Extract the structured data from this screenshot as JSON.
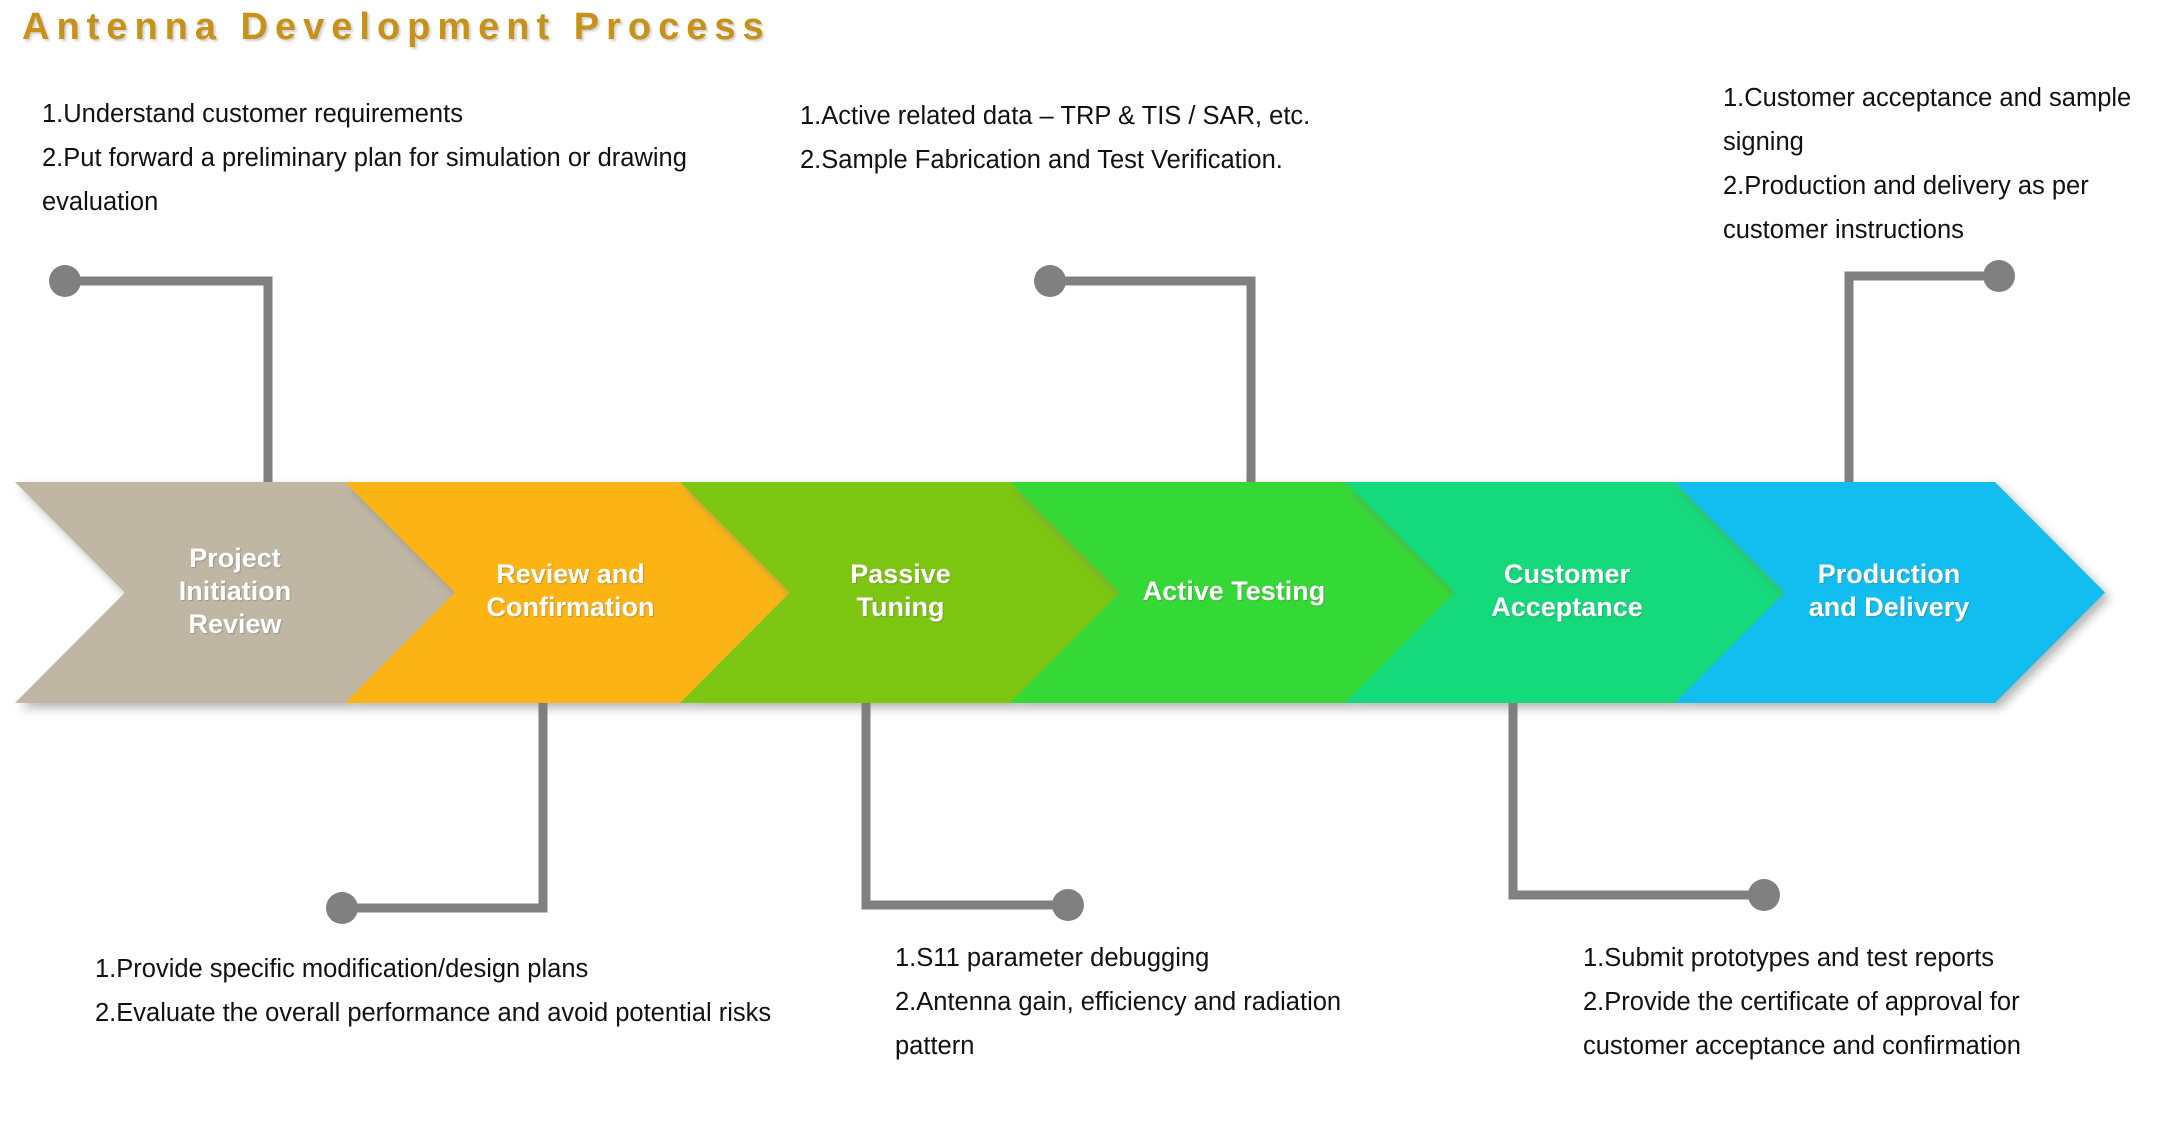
{
  "title": "Antenna Development Process",
  "title_color": "#C8921A",
  "background_color": "#FFFFFF",
  "connector_color": "#808080",
  "stages": [
    {
      "id": "project-initiation-review",
      "label": "Project\nInitiation\nReview",
      "color": "#BFB6A3"
    },
    {
      "id": "review-and-confirmation",
      "label": "Review and\nConfirmation",
      "color": "#FCB415"
    },
    {
      "id": "passive-tuning",
      "label": "Passive\nTuning",
      "color": "#7DC611"
    },
    {
      "id": "active-testing",
      "label": "Active Testing",
      "color": "#35D935"
    },
    {
      "id": "customer-acceptance",
      "label": "Customer\nAcceptance",
      "color": "#15DA7B"
    },
    {
      "id": "production-and-delivery",
      "label": "Production\nand Delivery",
      "color": "#12BEF0"
    }
  ],
  "callouts": {
    "top_left": {
      "line1": "1.Understand customer requirements",
      "line2": "2.Put forward a preliminary plan for simulation or drawing evaluation"
    },
    "top_middle": {
      "line1": "1.Active related data – TRP & TIS / SAR, etc.",
      "line2": "2.Sample Fabrication and Test Verification."
    },
    "top_right": {
      "line1": "1.Customer acceptance and sample signing",
      "line2": "2.Production and delivery as per customer instructions"
    },
    "bottom_left": {
      "line1": "1.Provide specific modification/design plans",
      "line2": "2.Evaluate the overall performance and avoid potential risks"
    },
    "bottom_middle": {
      "line1": "1.S11 parameter debugging",
      "line2": "2.Antenna gain, efficiency and radiation pattern"
    },
    "bottom_right": {
      "line1": "1.Submit prototypes and test reports",
      "line2": "2.Provide the certificate of approval for customer acceptance and confirmation"
    }
  }
}
